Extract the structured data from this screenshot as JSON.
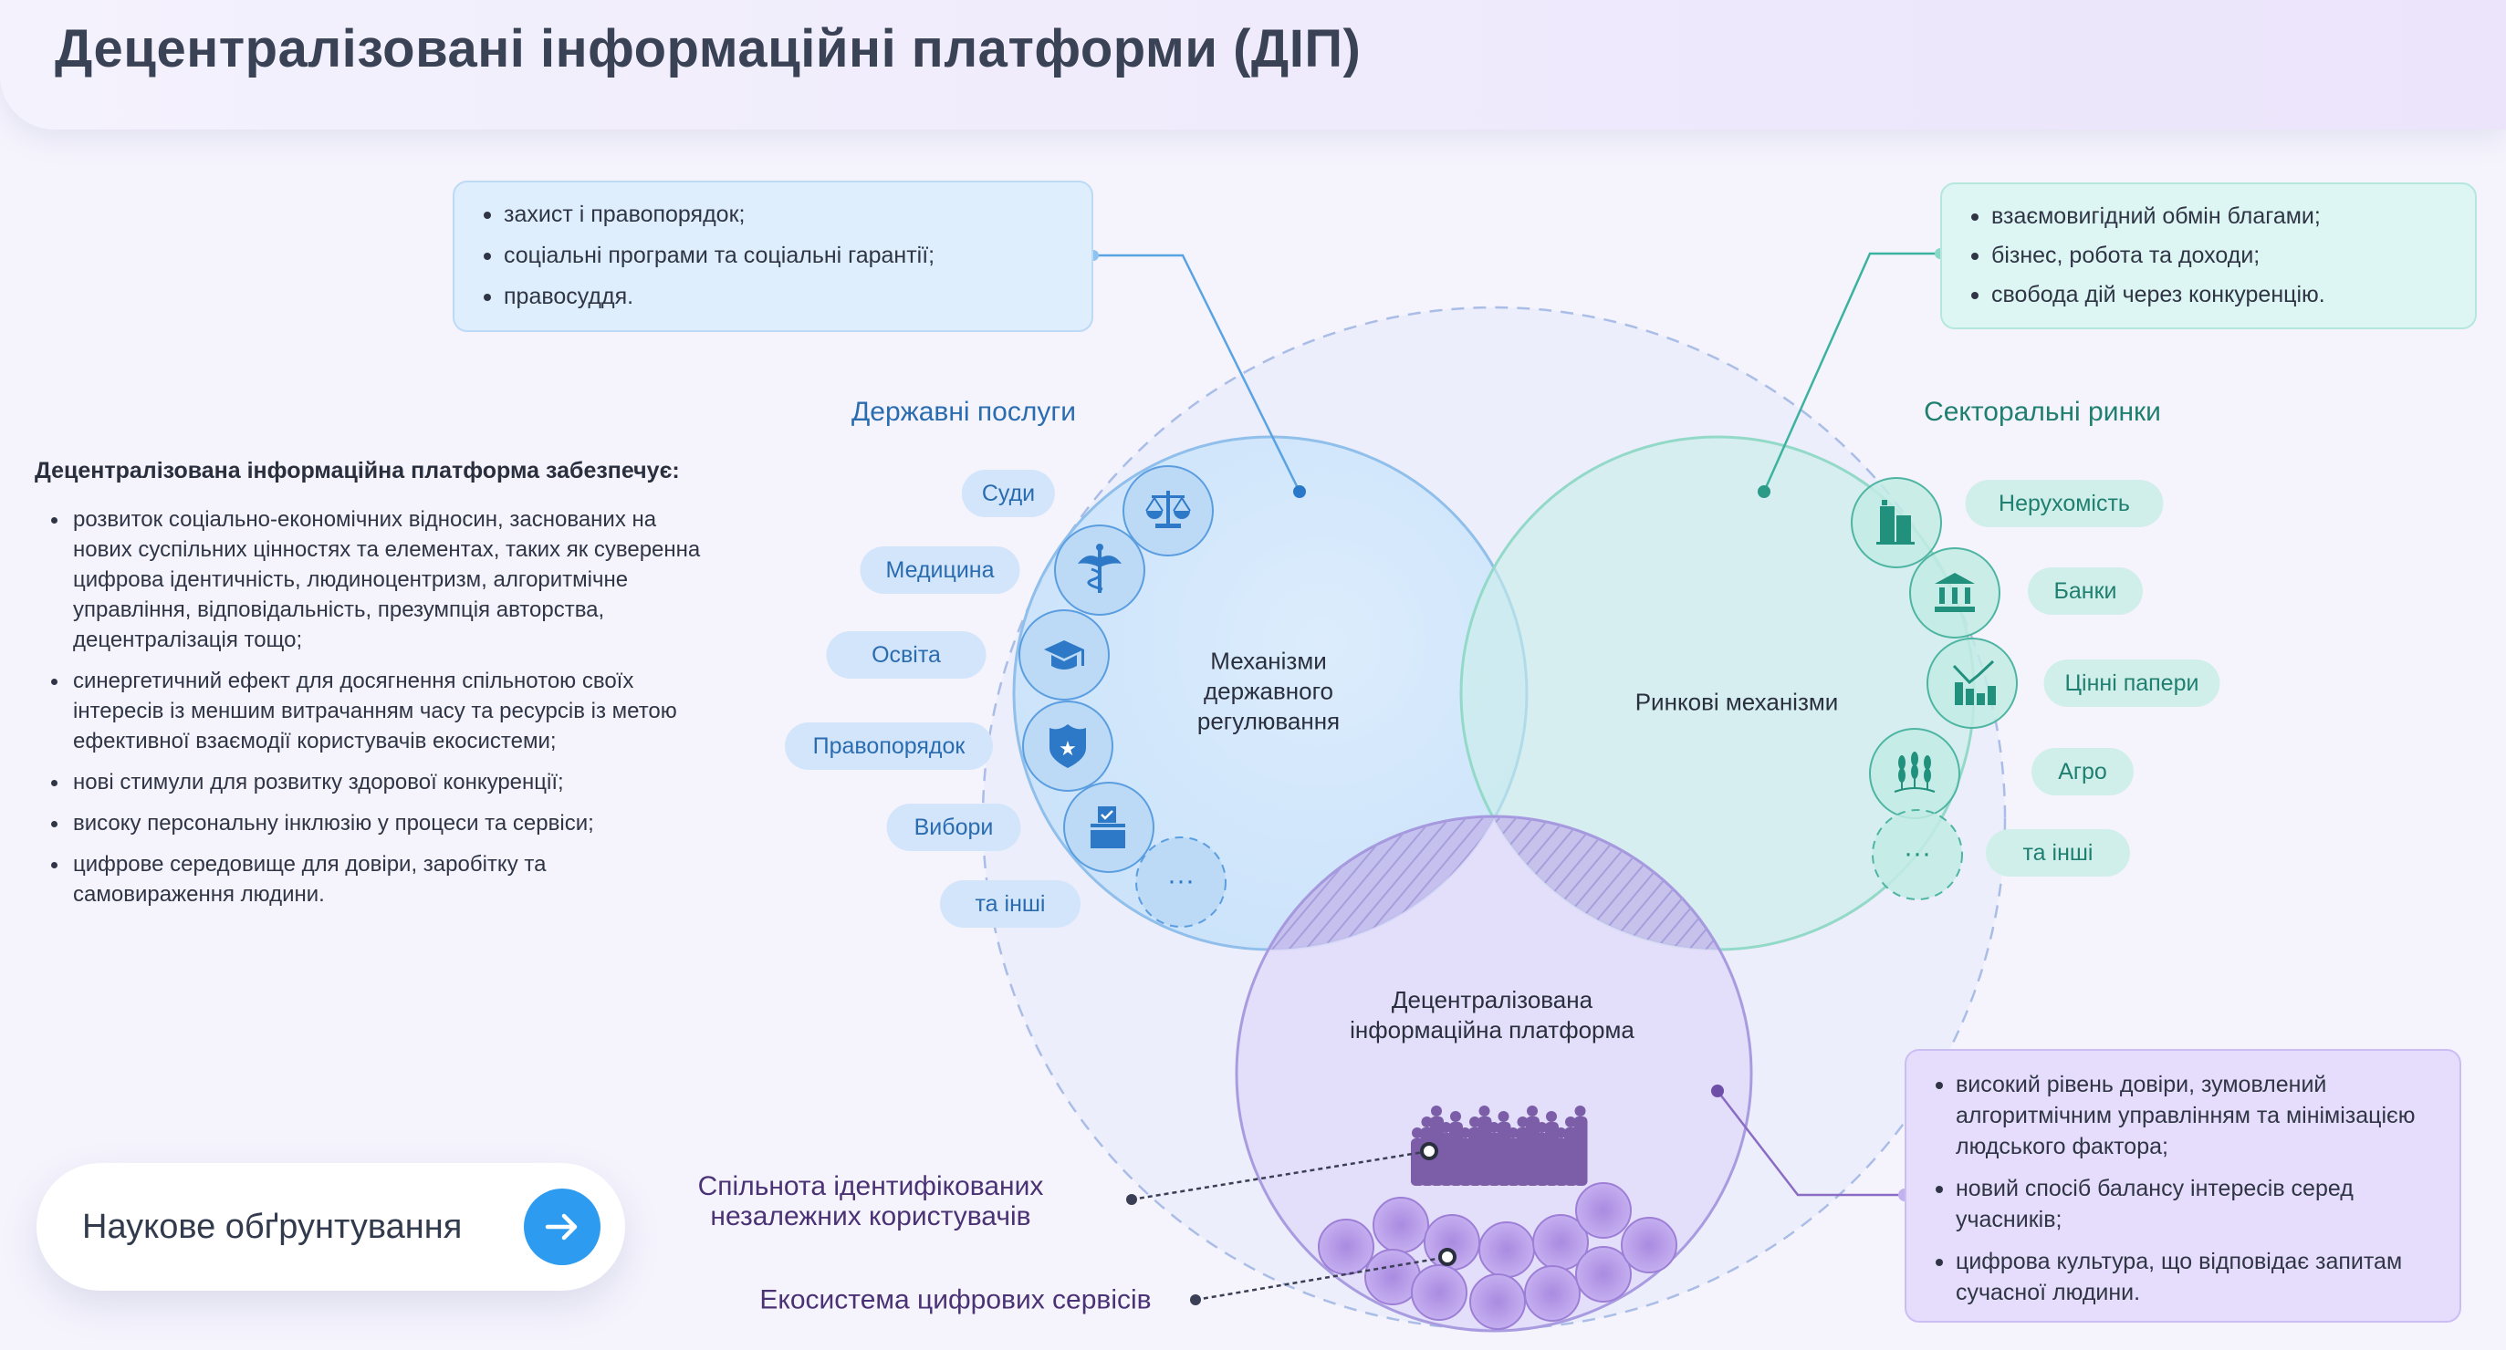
{
  "header": {
    "title": "Децентралізовані інформаційні платформи (ДІП)"
  },
  "gov_box": {
    "items": [
      "захист і правопорядок;",
      "соціальні програми та соціальні гарантії;",
      "правосуддя."
    ]
  },
  "market_box": {
    "items": [
      "взаємовигідний обмін благами;",
      "бізнес, робота та доходи;",
      "свобода дій через конкуренцію."
    ]
  },
  "dip_box": {
    "items": [
      "високий рівень довіри, зумовлений алгоритмічним управлінням та мінімізацією людського фактора;",
      "новий спосіб балансу інтересів серед учасників;",
      "цифрова культура, що відповідає запитам сучасної людини."
    ]
  },
  "left_panel": {
    "heading": "Децентралізована інформаційна платформа забезпечує:",
    "items": [
      "розвиток соціально-економічних відносин, заснованих на нових суспільних цінностях та елементах, таких як суверенна цифрова ідентичність, людиноцентризм, алгоритмічне управління, відповідальність, презумпція авторства, децентралізація тощо;",
      "синергетичний ефект для досягнення спільнотою своїх інтересів із меншим витрачанням часу та ресурсів із метою ефективної взаємодії користувачів екосистеми;",
      "нові стимули для розвитку здорової конкуренції;",
      "високу персональну інклюзію у процеси та сервіси;",
      "цифрове середовище для довіри, заробітку та самовираження людини."
    ]
  },
  "gov": {
    "title": "Державні послуги",
    "circle_label": "Механізми державного регулювання",
    "pills": [
      "Суди",
      "Медицина",
      "Освіта",
      "Правопорядок",
      "Вибори",
      "та інші"
    ],
    "icons": [
      "scales-icon",
      "caduceus-icon",
      "graduation-cap-icon",
      "police-badge-icon",
      "ballot-box-icon",
      "more-icon"
    ]
  },
  "market": {
    "title": "Секторальні ринки",
    "circle_label": "Ринкові механізми",
    "pills": [
      "Нерухомість",
      "Банки",
      "Цінні папери",
      "Агро",
      "та інші"
    ],
    "icons": [
      "buildings-icon",
      "bank-icon",
      "stock-chart-icon",
      "wheat-icon",
      "more-icon"
    ]
  },
  "dip": {
    "circle_label": "Децентралізована інформаційна платформа",
    "community_label": "Спільнота ідентифікованих незалежних користувачів",
    "ecosystem_label": "Екосистема цифрових сервісів"
  },
  "button": {
    "label": "Наукове обґрунтування"
  },
  "more_glyph": "···",
  "colors": {
    "gov": "#2a6cb0",
    "market": "#1f7f70",
    "dip": "#4a3275",
    "accent": "#2d9cf0"
  }
}
